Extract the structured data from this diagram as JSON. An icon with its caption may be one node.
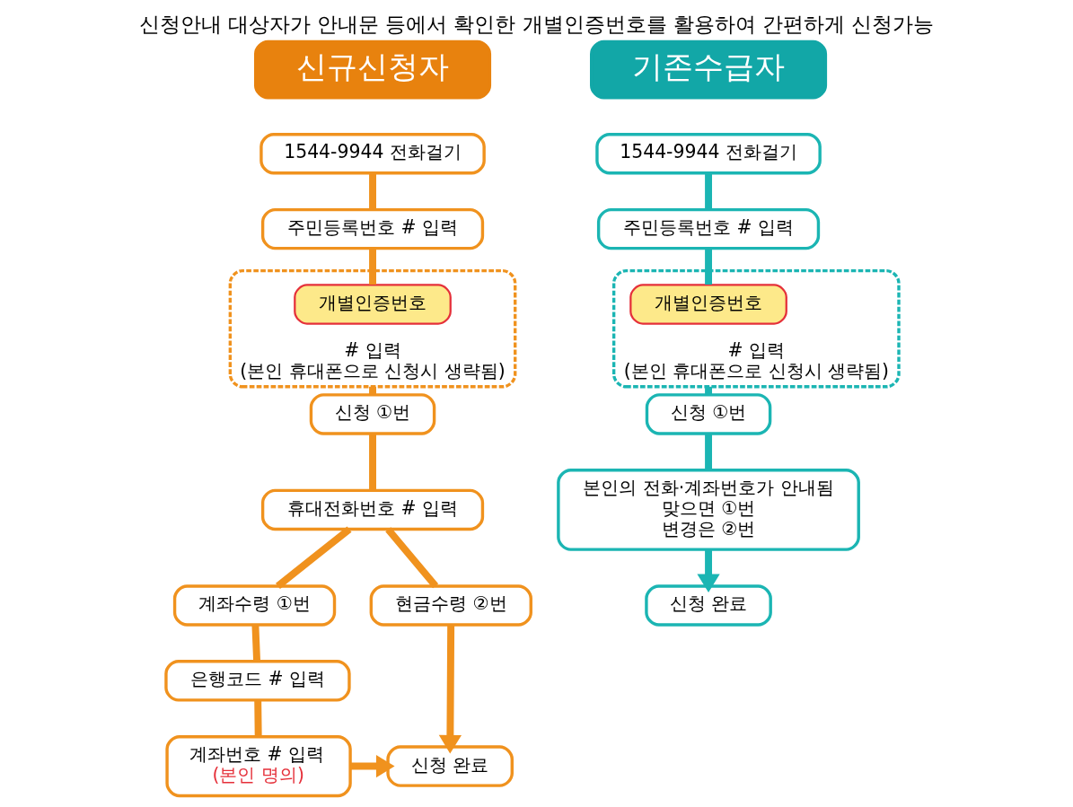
{
  "diagram": {
    "title": "신청안내 대상자가 안내문 등에서 확인한 개별인증번호를 활용하여 간편하게 신청가능",
    "nodes": [
      {
        "text": [
          "신규신청자"
        ]
      },
      {
        "text": [
          "1544-9944 전화걸기"
        ]
      },
      {
        "text": [
          "주민등록번호 # 입력"
        ]
      },
      {
        "text": [
          "# 입력",
          "(본인 휴대폰으로 신청시 생략됨)"
        ]
      },
      {
        "text": [
          "개별인증번호"
        ],
        "in": 3
      },
      {
        "text": [
          "신청 ①번"
        ]
      },
      {
        "text": [
          "휴대전화번호 # 입력"
        ]
      },
      {
        "text": [
          "계좌수령 ①번"
        ]
      },
      {
        "text": [
          "현금수령 ②번"
        ]
      },
      {
        "text": [
          "은행코드 # 입력"
        ]
      },
      {
        "text": [
          "계좌번호 # 입력",
          "(본인 명의)"
        ]
      },
      {
        "text": [
          "신청 완료"
        ]
      },
      {
        "text": [
          "기존수급자"
        ]
      },
      {
        "text": [
          "1544-9944 전화걸기"
        ]
      },
      {
        "text": [
          "주민등록번호 # 입력"
        ]
      },
      {
        "text": [
          "# 입력",
          "(본인 휴대폰으로 신청시 생략됨)"
        ]
      },
      {
        "text": [
          "개별인증번호"
        ],
        "in": 15
      },
      {
        "text": [
          "신청 ①번"
        ]
      },
      {
        "text": [
          "본인의 전화·계좌번호가 안내됨",
          "맞으면 ①번",
          "변경은 ②번"
        ]
      },
      {
        "text": [
          "신청 완료"
        ]
      }
    ],
    "edges": [
      {
        "from": 1,
        "to": 2,
        "arrow": "none"
      },
      {
        "from": 2,
        "to": 4,
        "arrow": "none"
      },
      {
        "from": 4,
        "to": 5,
        "arrow": "none"
      },
      {
        "from": 5,
        "to": 6,
        "arrow": "none"
      },
      {
        "from": 6,
        "to": 7,
        "arrow": "none"
      },
      {
        "from": 6,
        "to": 8,
        "arrow": "none"
      },
      {
        "from": 7,
        "to": 9,
        "arrow": "none"
      },
      {
        "from": 9,
        "to": 10,
        "arrow": "none"
      },
      {
        "from": 8,
        "to": 11,
        "arrow": "to"
      },
      {
        "from": 10,
        "to": 11,
        "arrow": "to"
      },
      {
        "from": 13,
        "to": 14,
        "arrow": "none",
        "color": "#1bb5b3"
      },
      {
        "from": 14,
        "to": 16,
        "arrow": "none",
        "color": "#1bb5b3"
      },
      {
        "from": 16,
        "to": 17,
        "arrow": "none",
        "color": "#1bb5b3"
      },
      {
        "from": 17,
        "to": 18,
        "arrow": "none",
        "color": "#1bb5b3"
      },
      {
        "from": 18,
        "to": 19,
        "arrow": "to",
        "color": "#1bb5b3"
      }
    ]
  }
}
